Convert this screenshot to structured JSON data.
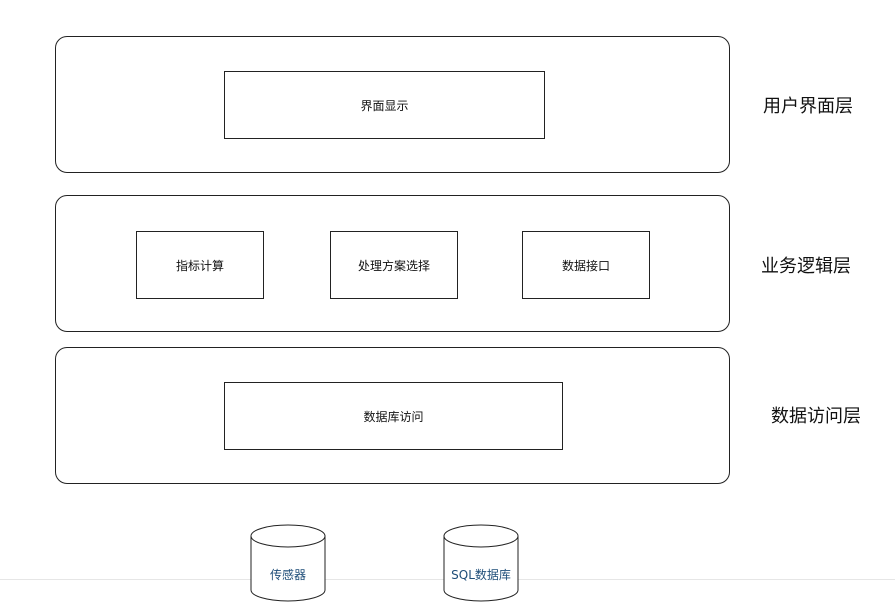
{
  "layers": [
    {
      "label": "用户界面层",
      "boxes": [
        "界面显示"
      ]
    },
    {
      "label": "业务逻辑层",
      "boxes": [
        "指标计算",
        "处理方案选择",
        "数据接口"
      ]
    },
    {
      "label": "数据访问层",
      "boxes": [
        "数据库访问"
      ]
    }
  ],
  "databases": [
    "传感器",
    "SQL数据库"
  ],
  "colors": {
    "stroke": "#222222",
    "db_text": "#1f4e79",
    "background": "#ffffff"
  }
}
